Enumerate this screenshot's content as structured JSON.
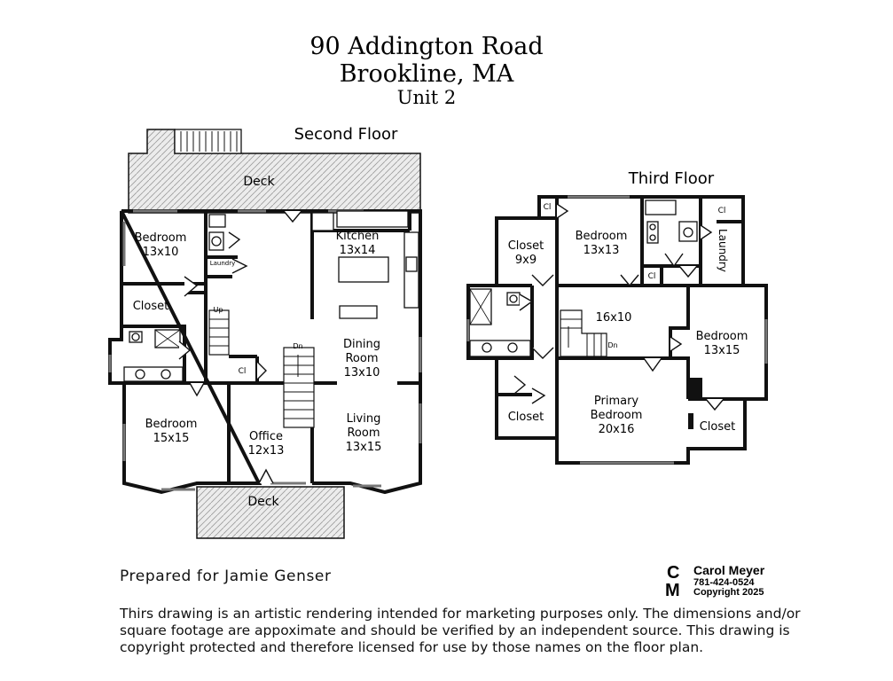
{
  "header": {
    "address_line1": "90 Addington Road",
    "address_line2": "Brookline, MA",
    "unit": "Unit 2"
  },
  "second_floor": {
    "title": "Second Floor",
    "rooms": {
      "deck_top": "Deck",
      "bedroom1_name": "Bedroom",
      "bedroom1_size": "13x10",
      "laundry": "Laundry",
      "closet": "Closet",
      "kitchen_name": "Kitchen",
      "kitchen_size": "13x14",
      "dining_name1": "Dining",
      "dining_name2": "Room",
      "dining_size": "13x10",
      "closet_small": "Cl",
      "stair_up": "Up",
      "stair_down": "Dn",
      "bedroom2_name": "Bedroom",
      "bedroom2_size": "15x15",
      "office_name": "Office",
      "office_size": "12x13",
      "living_name1": "Living",
      "living_name2": "Room",
      "living_size": "13x15",
      "deck_bottom": "Deck"
    }
  },
  "third_floor": {
    "title": "Third Floor",
    "rooms": {
      "closet_left_name": "Closet",
      "closet_left_size": "9x9",
      "cl_top": "Cl",
      "bedroom_a_name": "Bedroom",
      "bedroom_a_size": "13x13",
      "cl_right": "Cl",
      "laundry": "Laundry",
      "cl_mid": "Cl",
      "hall_size": "16x10",
      "stair_down": "Dn",
      "bedroom_b_name": "Bedroom",
      "bedroom_b_size": "13x15",
      "closet_lower_left": "Closet",
      "primary_name1": "Primary",
      "primary_name2": "Bedroom",
      "primary_size": "20x16",
      "closet_lower_right": "Closet"
    }
  },
  "footer": {
    "prepared_for": "Prepared for Jamie Genser",
    "logo_letters": "CM",
    "company": "Carol Meyer",
    "phone": "781-424-0524",
    "copyright": "Copyright 2025",
    "disclaimer_lines": [
      "Thirs drawing is an artistic rendering intended for marketing purposes only.  The dimensions and/or",
      "square footage are appoximate and should be verified by an independent source. This drawing is",
      "copyright protected and therefore licensed for use by those names on the floor plan."
    ]
  }
}
